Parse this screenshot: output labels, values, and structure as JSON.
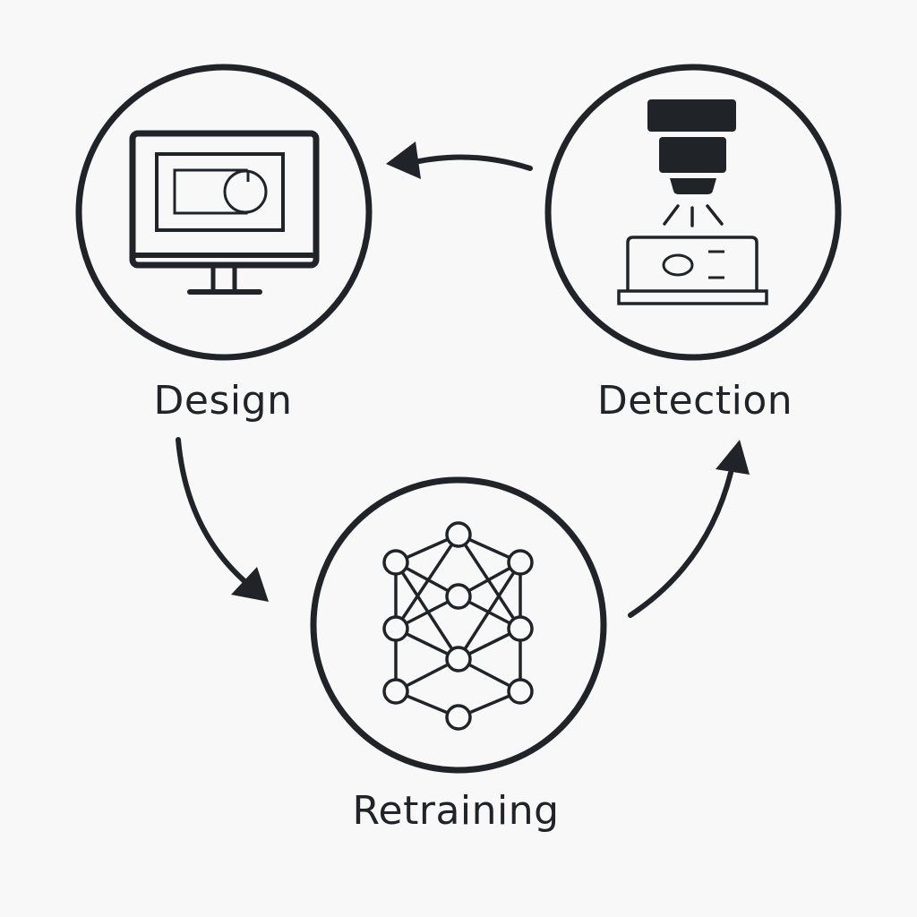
{
  "diagram": {
    "type": "cycle",
    "colors": {
      "ink": "#202428",
      "background": "#f8f8f8"
    },
    "stages": [
      {
        "id": "design",
        "label": "Design",
        "icon": "monitor-with-toggle-icon"
      },
      {
        "id": "detection",
        "label": "Detection",
        "icon": "inspection-camera-icon"
      },
      {
        "id": "retraining",
        "label": "Retraining",
        "icon": "neural-network-icon"
      }
    ],
    "arrows": [
      {
        "from": "design",
        "to": "retraining"
      },
      {
        "from": "retraining",
        "to": "detection"
      },
      {
        "from": "detection",
        "to": "design"
      }
    ]
  }
}
